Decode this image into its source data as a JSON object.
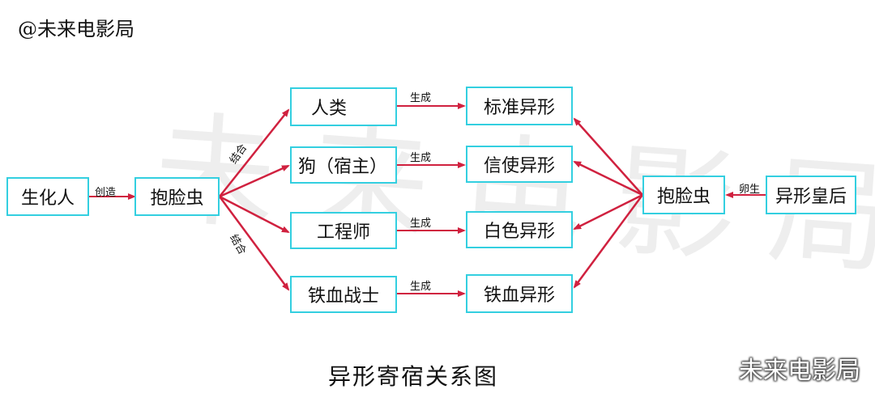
{
  "watermarks": {
    "top_left": "@未来电影局",
    "bottom_right": "未来电影局"
  },
  "caption": "异形寄宿关系图",
  "nodes": {
    "biochem": "生化人",
    "facehugger_left": "抱脸虫",
    "human": "人类",
    "dog": "狗（宿主）",
    "engineer": "工程师",
    "predator": "铁血战士",
    "standard_alien": "标准异形",
    "runner_alien": "信使异形",
    "white_alien": "白色异形",
    "predalien": "铁血异形",
    "facehugger_right": "抱脸虫",
    "queen": "异形皇后"
  },
  "edge_labels": {
    "create": "创造",
    "combine_top": "结合",
    "combine_bottom": "结合",
    "spawn_1": "生成",
    "spawn_2": "生成",
    "spawn_3": "生成",
    "spawn_4": "生成",
    "egg": "卵生"
  },
  "colors": {
    "box_border": "#33cfe0",
    "arrow": "#d0213f"
  }
}
